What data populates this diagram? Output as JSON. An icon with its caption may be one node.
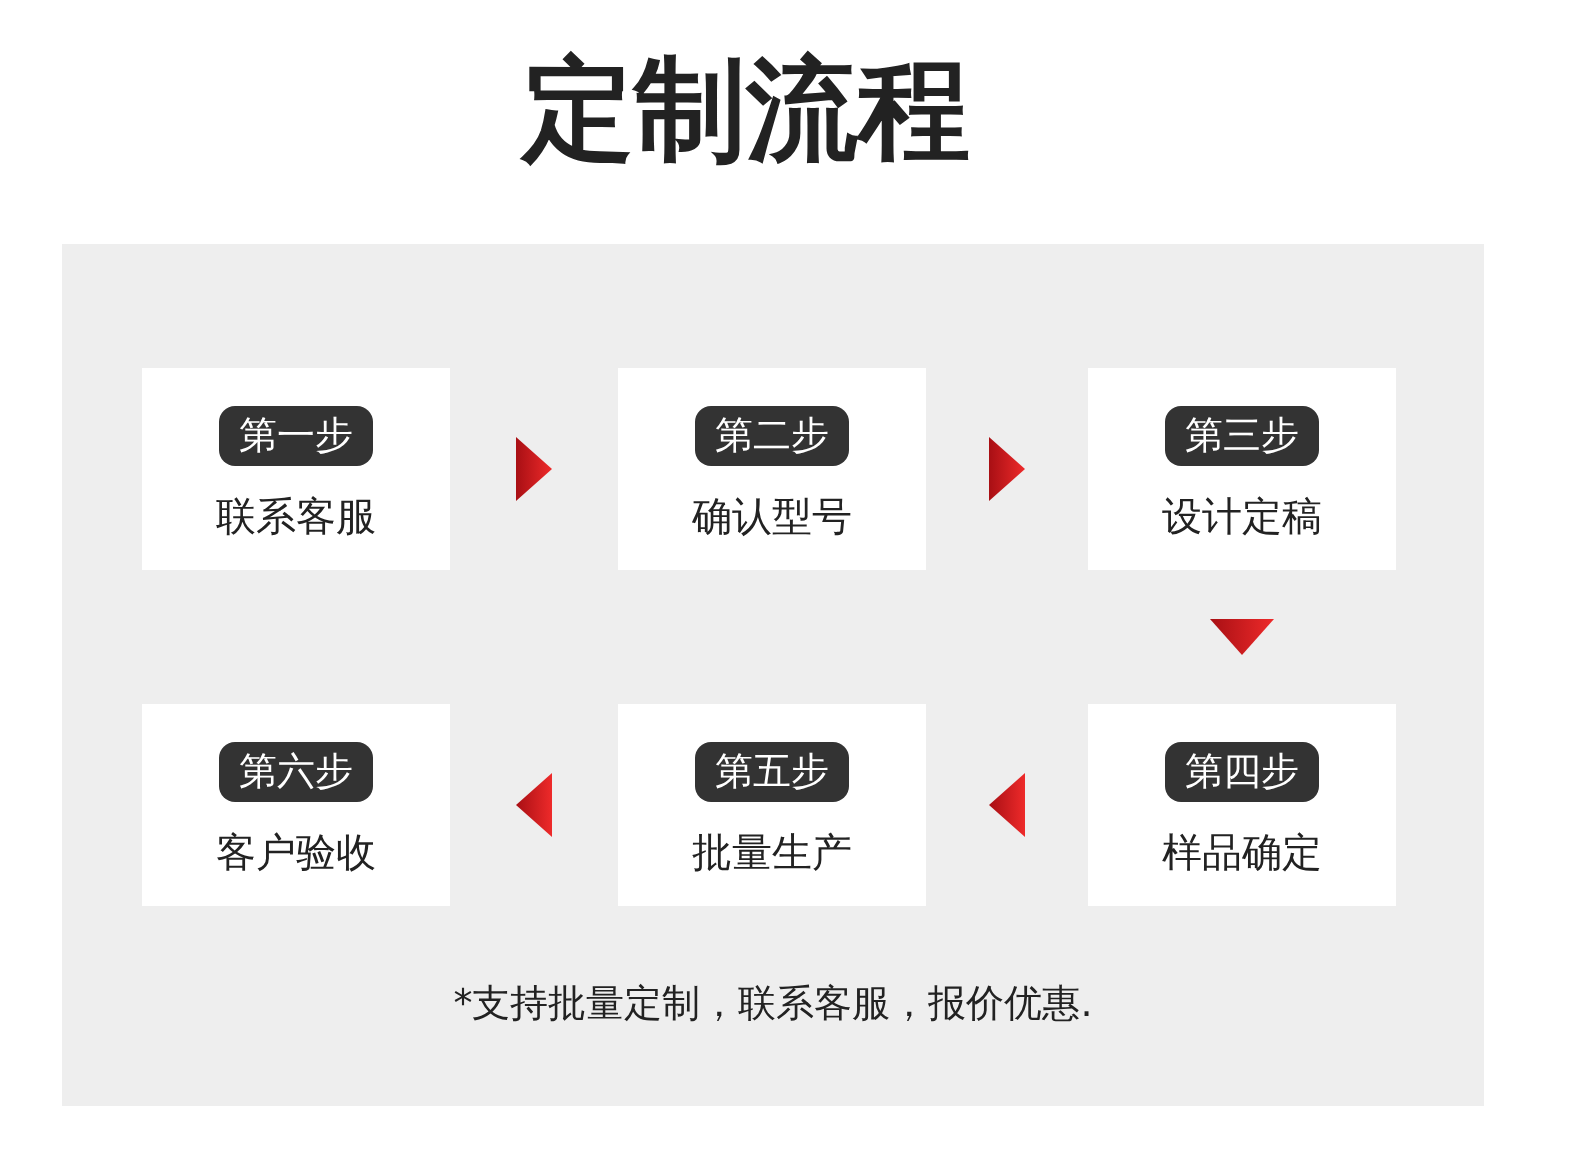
{
  "diagram": {
    "title": "定制流程",
    "nodes": [
      {
        "text": [
          "第一步",
          "联系客服"
        ]
      },
      {
        "text": [
          "第二步",
          "确认型号"
        ]
      },
      {
        "text": [
          "第三步",
          "设计定稿"
        ]
      },
      {
        "text": [
          "第四步",
          "样品确定"
        ]
      },
      {
        "text": [
          "第五步",
          "批量生产"
        ]
      },
      {
        "text": [
          "第六步",
          "客户验收"
        ]
      }
    ],
    "edges": [
      {
        "from": 0,
        "to": 1,
        "arrow": "to"
      },
      {
        "from": 1,
        "to": 2,
        "arrow": "to"
      },
      {
        "from": 2,
        "to": 3,
        "arrow": "to"
      },
      {
        "from": 3,
        "to": 4,
        "arrow": "to"
      },
      {
        "from": 4,
        "to": 5,
        "arrow": "to"
      }
    ],
    "labels": [
      "*支持批量定制，联系客服，报价优惠."
    ]
  }
}
